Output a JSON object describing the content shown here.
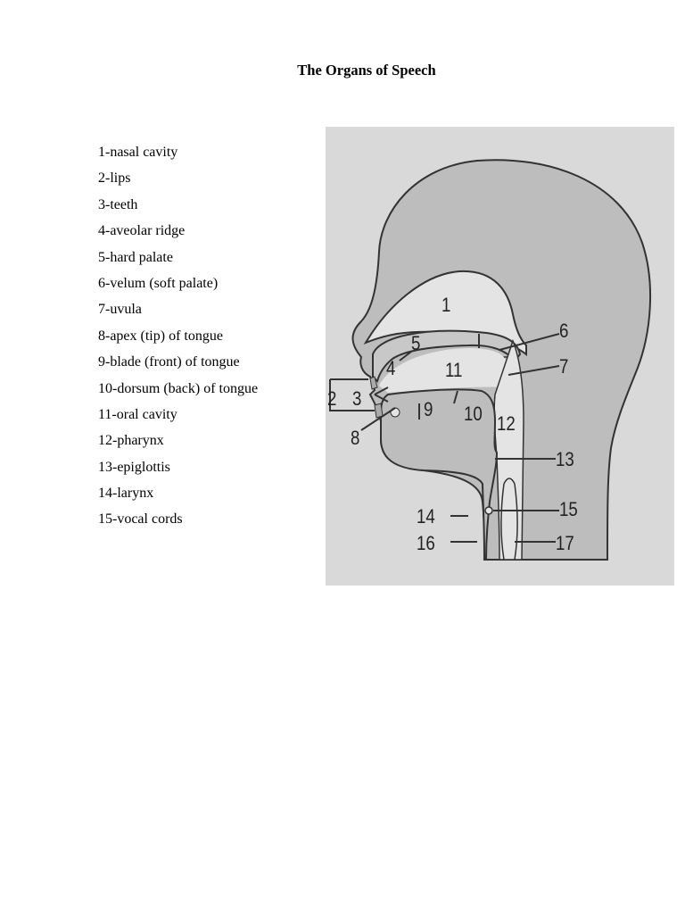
{
  "document": {
    "title": "The Organs of Speech"
  },
  "legend": {
    "items": [
      {
        "number": 1,
        "label": "1-nasal cavity"
      },
      {
        "number": 2,
        "label": "2-lips"
      },
      {
        "number": 3,
        "label": "3-teeth"
      },
      {
        "number": 4,
        "label": "4-aveolar ridge"
      },
      {
        "number": 5,
        "label": "5-hard palate"
      },
      {
        "number": 6,
        "label": "6-velum (soft palate)"
      },
      {
        "number": 7,
        "label": "7-uvula"
      },
      {
        "number": 8,
        "label": "8-apex (tip) of tongue"
      },
      {
        "number": 9,
        "label": "9-blade (front) of tongue"
      },
      {
        "number": 10,
        "label": "10-dorsum (back) of tongue"
      },
      {
        "number": 11,
        "label": "11-oral cavity"
      },
      {
        "number": 12,
        "label": "12-pharynx"
      },
      {
        "number": 13,
        "label": "13-epiglottis"
      },
      {
        "number": 14,
        "label": "14-larynx"
      },
      {
        "number": 15,
        "label": "15-vocal cords"
      }
    ]
  },
  "figure": {
    "description": "Sagittal cross-section of the human head showing organs of speech",
    "background_color": "#d9d9d9",
    "tissue_color": "#bdbdbd",
    "cavity_color": "#e4e4e4",
    "outline_color": "#333333",
    "labels": [
      "1",
      "2",
      "3",
      "4",
      "5",
      "6",
      "7",
      "8",
      "9",
      "10",
      "11",
      "12",
      "13",
      "14",
      "15",
      "16",
      "17"
    ]
  }
}
